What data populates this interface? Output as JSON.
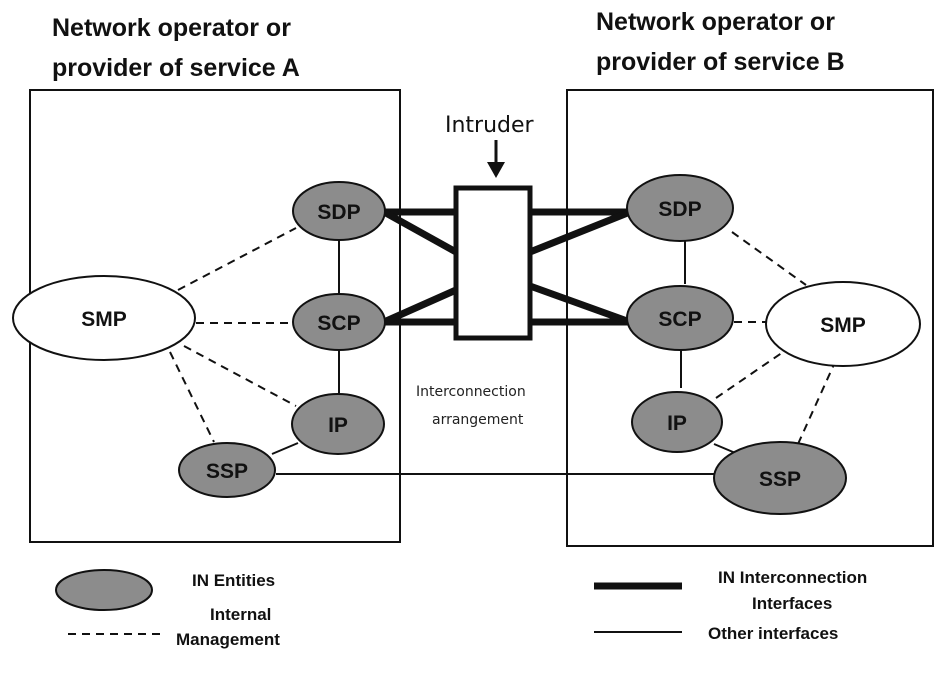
{
  "titles": {
    "left_line1": "Network operator or",
    "left_line2": "provider of service A",
    "right_line1": "Network operator or",
    "right_line2": "provider of service B"
  },
  "intruder": {
    "label": "Intruder",
    "arrangement_line1": "Interconnection",
    "arrangement_line2": "arrangement"
  },
  "nodes": {
    "left": {
      "sdp": "SDP",
      "scp": "SCP",
      "smp": "SMP",
      "ip": "IP",
      "ssp": "SSP"
    },
    "right": {
      "sdp": "SDP",
      "scp": "SCP",
      "smp": "SMP",
      "ip": "IP",
      "ssp": "SSP"
    }
  },
  "legend": {
    "entities": "IN Entities",
    "internal_line1": "Internal",
    "internal_line2": "Management",
    "interconnection_line1": "IN Interconnection",
    "interconnection_line2": "Interfaces",
    "other": "Other interfaces"
  },
  "colors": {
    "entity_fill": "#8c8c8c",
    "stroke": "#111111",
    "background": "#ffffff"
  }
}
